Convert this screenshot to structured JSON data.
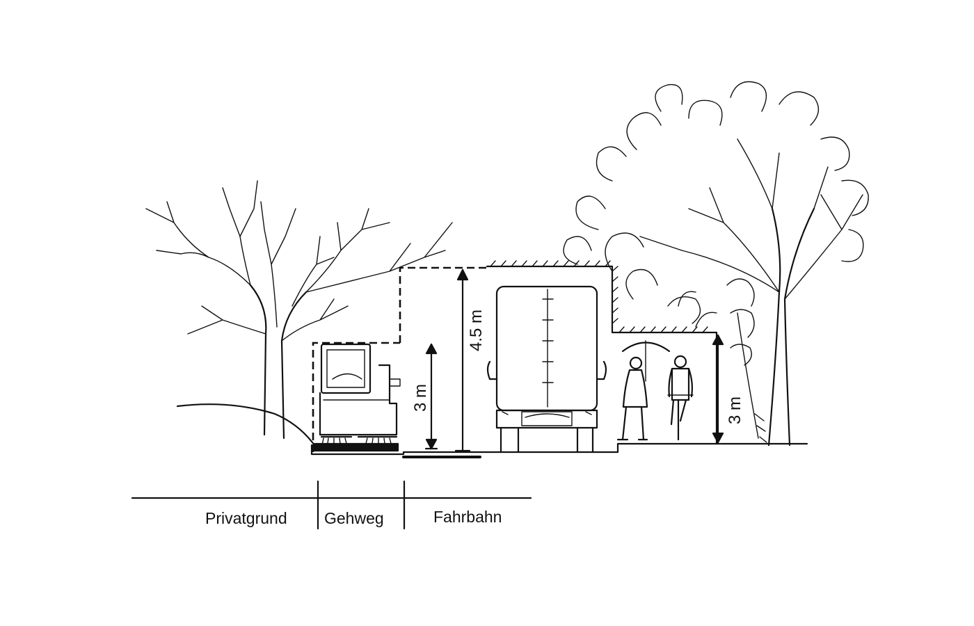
{
  "zones": {
    "private": "Privatgrund",
    "sidewalk": "Gehweg",
    "roadway": "Fahrbahn"
  },
  "dimensions": {
    "roadway_clearance": "4.5 m",
    "sidewalk_clearance": "3 m",
    "path_clearance": "3 m"
  }
}
